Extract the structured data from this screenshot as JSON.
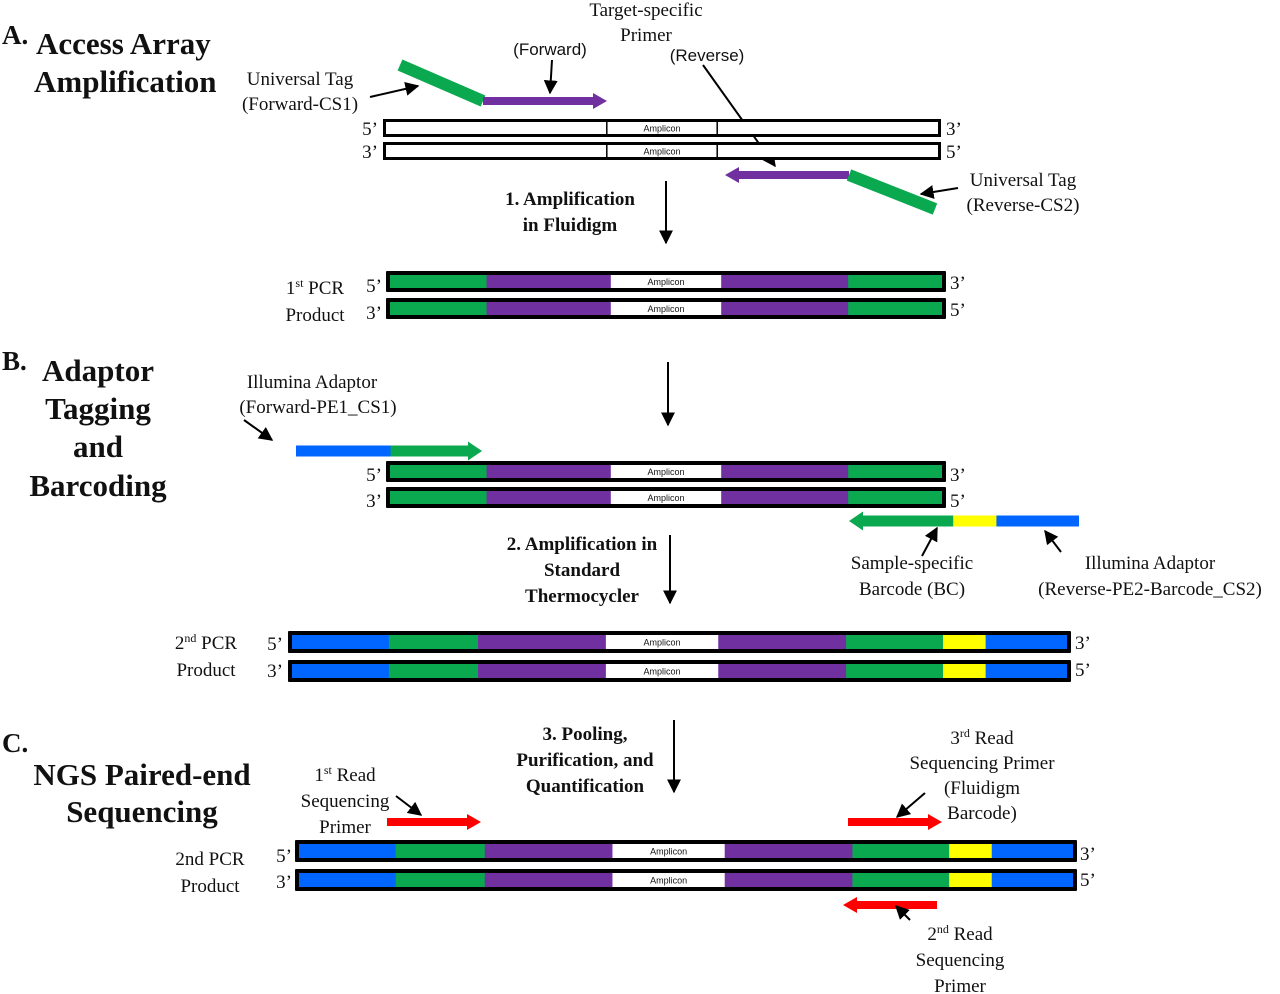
{
  "colors": {
    "tag": "#0aa84f",
    "primer": "#7030a0",
    "adaptor": "#0066ff",
    "barcode": "#ffff00",
    "seq_primer": "#ff0000",
    "amplicon": "#ffffff",
    "outline": "#000000"
  },
  "sections": {
    "a": {
      "letter": "A.",
      "title_lines": [
        "Access Array",
        "Amplification"
      ]
    },
    "b": {
      "letter": "B.",
      "title_lines": [
        "Adaptor",
        "Tagging",
        "and",
        "Barcoding"
      ]
    },
    "c": {
      "letter": "C.",
      "title_lines": [
        "NGS Paired-end",
        "Sequencing"
      ]
    }
  },
  "labels": {
    "target_primer": [
      "Target-specific",
      "Primer"
    ],
    "forward": "(Forward)",
    "reverse": "(Reverse)",
    "universal_fwd": [
      "Universal Tag",
      "(Forward-CS1)"
    ],
    "universal_rev": [
      "Universal Tag",
      "(Reverse-CS2)"
    ],
    "illumina_fwd": [
      "Illumina Adaptor",
      "(Forward-PE1_CS1)"
    ],
    "sample_barcode": [
      "Sample-specific",
      "Barcode (BC)"
    ],
    "illumina_rev": [
      "Illumina Adaptor",
      "(Reverse-PE2-Barcode_CS2)"
    ],
    "read1": {
      "num": "1",
      "sup": "st",
      "rest": " Read",
      "lines": [
        "Sequencing",
        "Primer"
      ]
    },
    "read2": {
      "num": "2",
      "sup": "nd",
      "rest": " Read",
      "lines": [
        "Sequencing",
        "Primer"
      ]
    },
    "read3": {
      "num": "3",
      "sup": "rd",
      "rest": " Read",
      "lines": [
        "Sequencing Primer",
        "(Fluidigm",
        "Barcode)"
      ]
    }
  },
  "steps": {
    "s1": [
      "1. Amplification",
      "in Fluidigm"
    ],
    "s2": [
      "2. Amplification in",
      "Standard",
      "Thermocycler"
    ],
    "s3": [
      "3. Pooling,",
      "Purification, and",
      "Quantification"
    ]
  },
  "products": {
    "p1": {
      "num": "1",
      "sup": "st",
      "rest": " PCR",
      "line2": "Product"
    },
    "p2": {
      "num": "2",
      "sup": "nd",
      "rest": " PCR",
      "line2": "Product"
    },
    "p3": {
      "line1": "2nd PCR",
      "line2": "Product"
    }
  },
  "ends": {
    "five": "5’",
    "three": "3’"
  },
  "amplicon_label": "Amplicon",
  "strands": {
    "template": [
      [
        "white",
        0.4
      ],
      [
        "amplicon",
        0.2
      ],
      [
        "white",
        0.4
      ]
    ],
    "first_pcr": [
      [
        "tag",
        0.175
      ],
      [
        "primer",
        0.225
      ],
      [
        "amplicon",
        0.2
      ],
      [
        "primer",
        0.23
      ],
      [
        "tag",
        0.17
      ]
    ],
    "second_pcr": [
      [
        "adaptor",
        0.125
      ],
      [
        "tag",
        0.115
      ],
      [
        "primer",
        0.165
      ],
      [
        "amplicon",
        0.145
      ],
      [
        "primer",
        0.165
      ],
      [
        "tag",
        0.125
      ],
      [
        "barcode",
        0.055
      ],
      [
        "adaptor",
        0.105
      ]
    ]
  }
}
